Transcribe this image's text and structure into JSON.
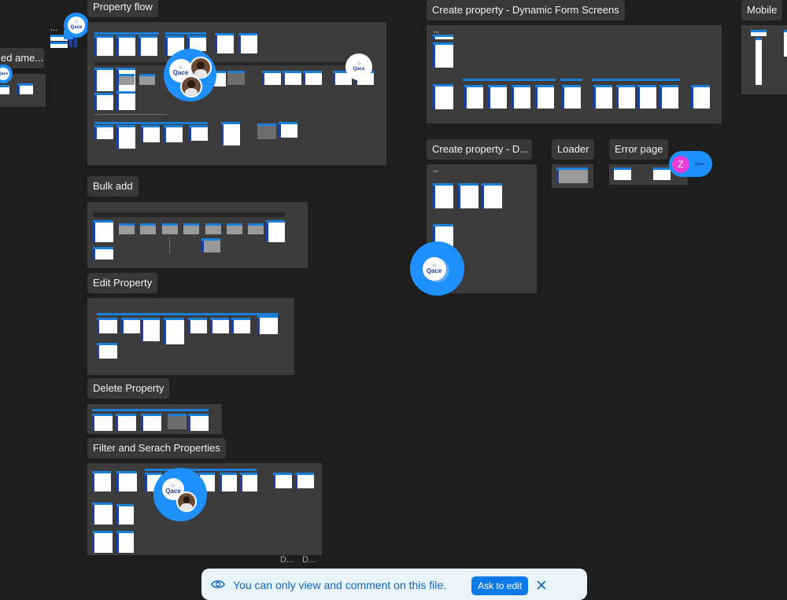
{
  "canvas": {
    "sections": {
      "property_flow": "Property flow",
      "create_property_dynamic": "Create property - Dynamic Form Screens",
      "mobile": "Mobile",
      "related_amenities": "ed ame...",
      "create_property_d": "Create property - D...",
      "loader": "Loader",
      "error_page": "Error page",
      "bulk_add": "Bulk add",
      "edit_property": "Edit Property",
      "delete_property": "Delete Property",
      "filter_search": "Filter and Serach Properties"
    },
    "ellipsis_label": "...",
    "truncated_names": [
      "D...",
      "D..."
    ]
  },
  "collaborators": {
    "logo_text": "Qace",
    "user_initial": "Z",
    "user_color": "#e83ed6",
    "cursor_color": "#1e90ff"
  },
  "banner": {
    "icon": "eye-icon",
    "message": "You can only view and comment on this file.",
    "ask_button": "Ask to edit",
    "close_icon": "close-icon"
  }
}
